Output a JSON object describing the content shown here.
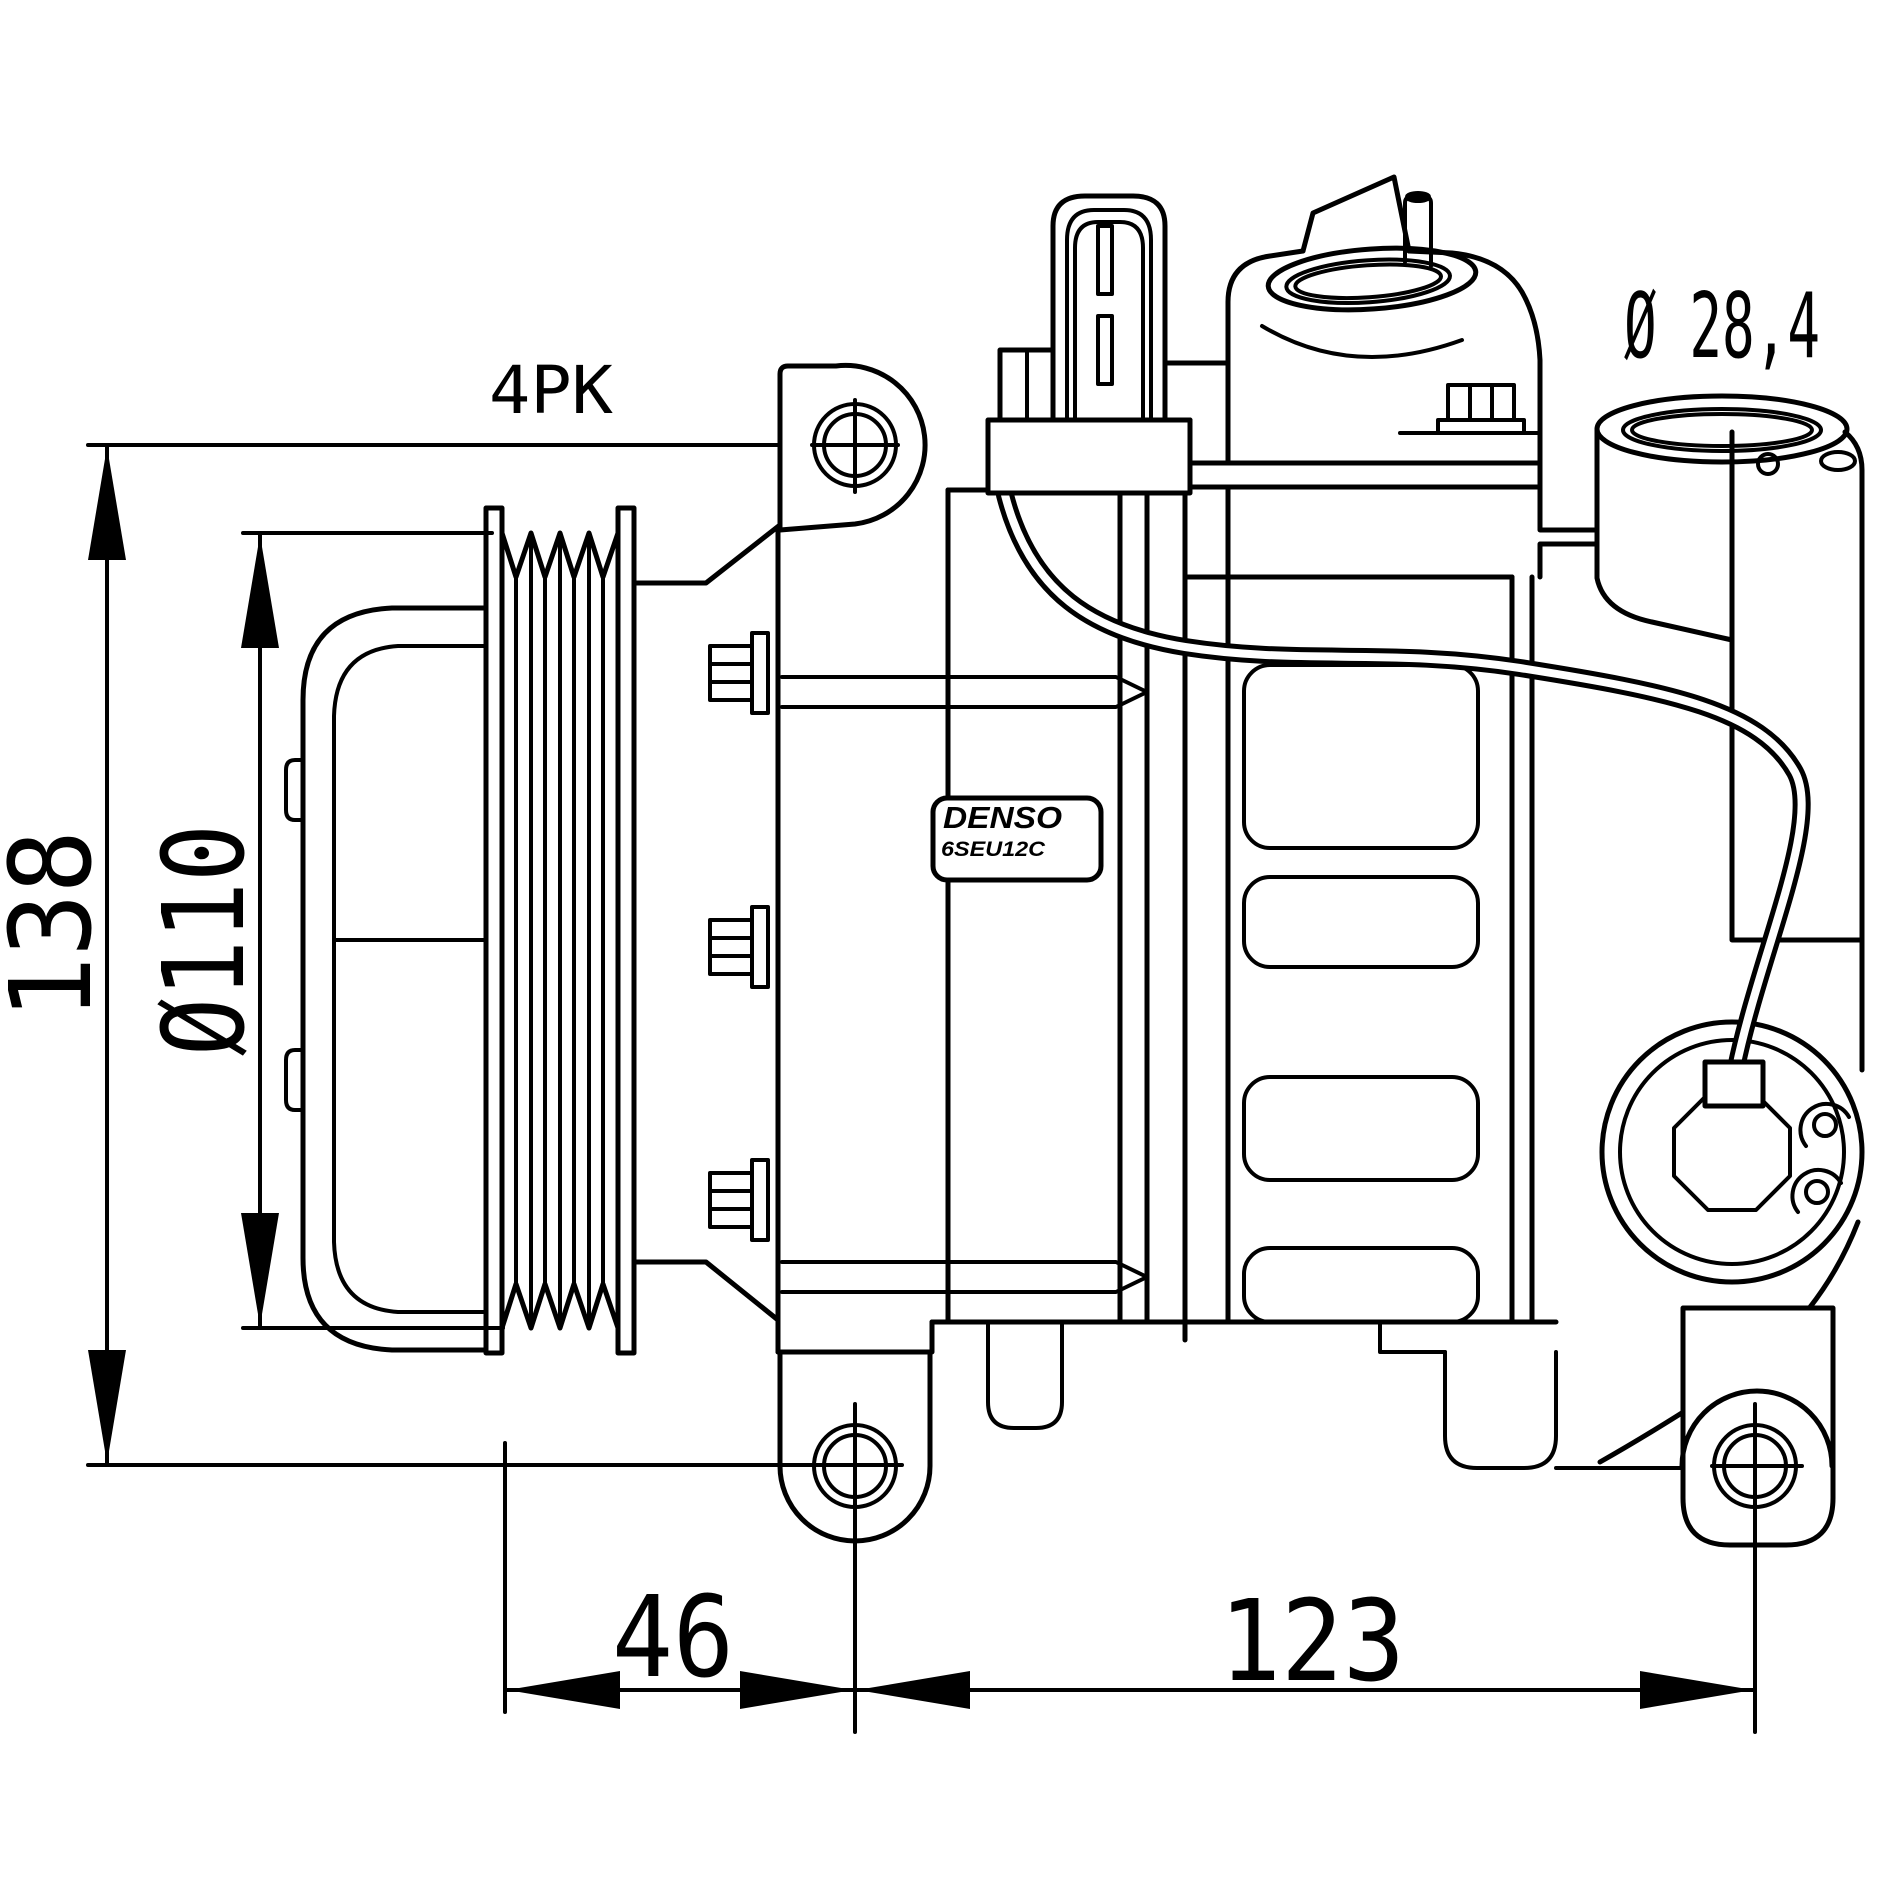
{
  "drawing_title": "AC compressor technical line drawing",
  "label": {
    "brand": "DENSO",
    "model": "6SEU12C"
  },
  "dimensions": {
    "belt_type": "4PK",
    "overall_height": "138",
    "pulley_diameter": "Ø110",
    "port_diameter": "Ø 28,4",
    "front_mount_offset": "46",
    "rear_mount_spacing": "123"
  },
  "colors": {
    "line": "#000000",
    "background": "#ffffff"
  }
}
